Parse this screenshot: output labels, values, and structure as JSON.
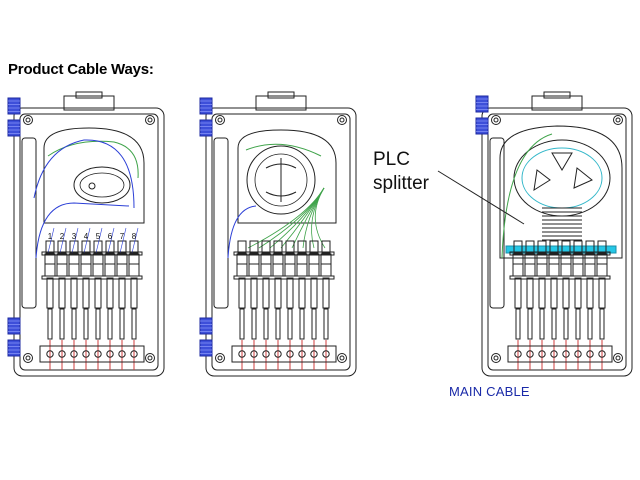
{
  "title": "Product Cable Ways:",
  "boxes": [
    {
      "name": "cable-way-1",
      "port_numbers": [
        "1",
        "2",
        "3",
        "4",
        "5",
        "6",
        "7",
        "8"
      ],
      "variant": "oval-tray"
    },
    {
      "name": "cable-way-2",
      "port_numbers": [],
      "variant": "round-spool"
    },
    {
      "name": "cable-way-3",
      "port_numbers": [],
      "variant": "plc-splitter"
    }
  ],
  "labels": {
    "plc_line1": "PLC",
    "plc_line2": "splitter",
    "main_cable": "MAIN CABLE"
  },
  "colors": {
    "outline": "#222222",
    "blue_fiber": "#2b3fd6",
    "green_fiber": "#3fa34a",
    "teal_fiber": "#33b7c9",
    "cyan_splitter": "#25c7e6",
    "red_pigtail": "#d23c3c",
    "clamp_blue": "#3d4fd9",
    "label_blue": "#1a2aa8"
  }
}
